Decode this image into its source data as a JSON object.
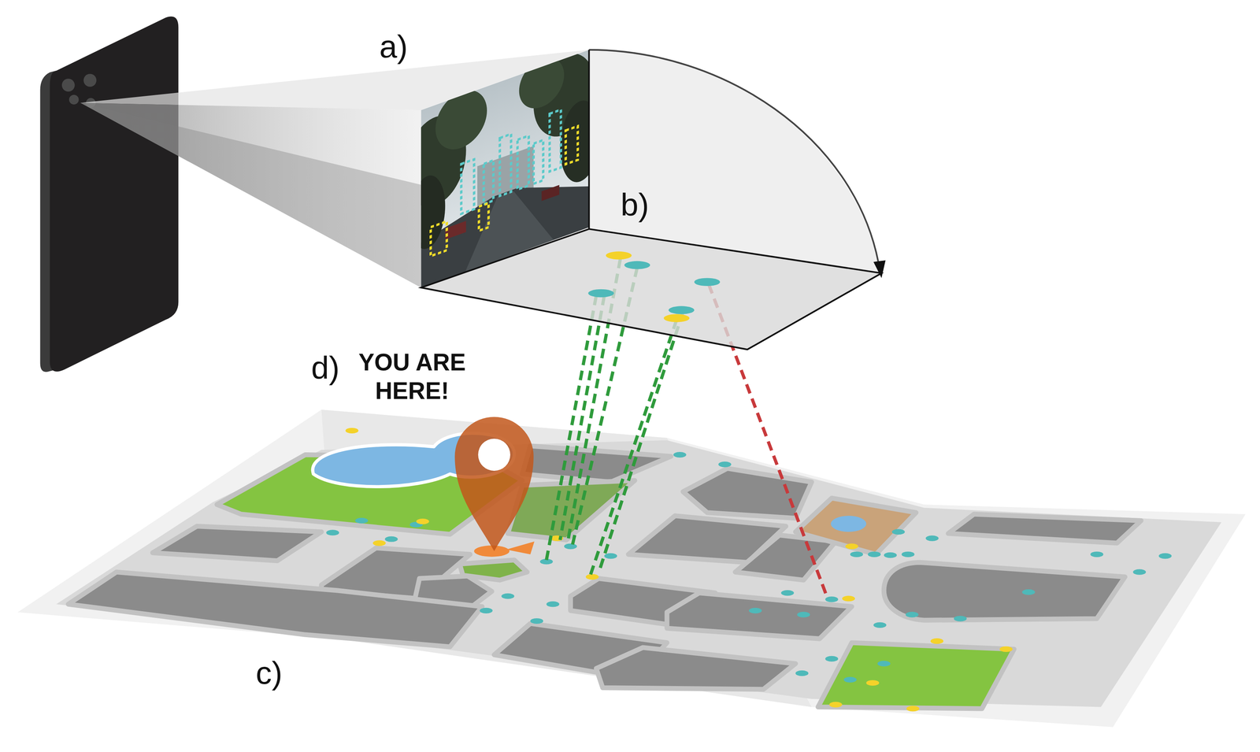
{
  "diagram": {
    "labels": [
      "a)",
      "b)",
      "d)",
      "YOU ARE HERE!",
      "c)"
    ]
  }
}
